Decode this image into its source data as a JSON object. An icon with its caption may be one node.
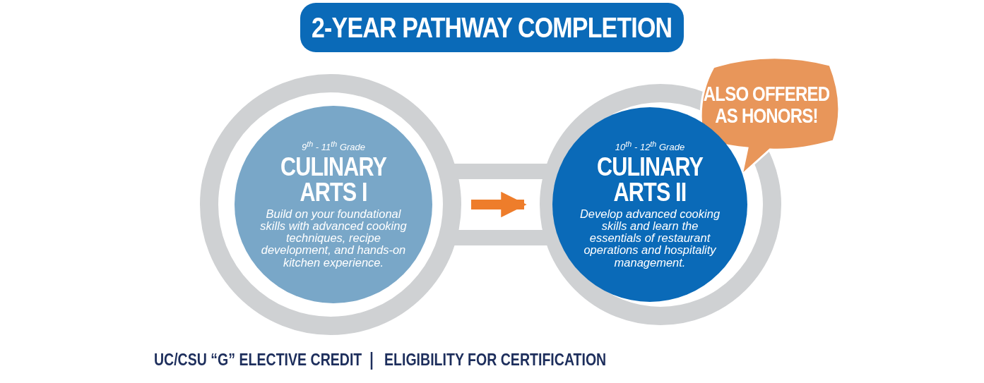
{
  "diagram": {
    "title": "2-YEAR PATHWAY COMPLETION",
    "nodes": [
      {
        "text": [
          "9$^{th}$ - 11$^{th}$  Grade",
          "CULINARY ARTS I",
          "Build on your foundational skills with advanced cooking techniques, recipe development, and hands-on kitchen experience."
        ]
      },
      {
        "text": [
          "10$^{th}$ - 12$^{th}$ Grade",
          "CULINARY ARTS II",
          "Develop advanced cooking skills and learn the essentials of restaurant operations and hospitality management."
        ]
      },
      {
        "text": [
          "ALSO OFFERED AS HONORS!"
        ]
      }
    ],
    "edges": [
      {
        "from": 0,
        "to": 1,
        "arrow": "to",
        "color": "#ee7d2b"
      }
    ],
    "labels": [
      "UC/CSU “G” ELECTIVE CREDIT",
      "ELIGIBILITY FOR CERTIFICATION"
    ]
  }
}
